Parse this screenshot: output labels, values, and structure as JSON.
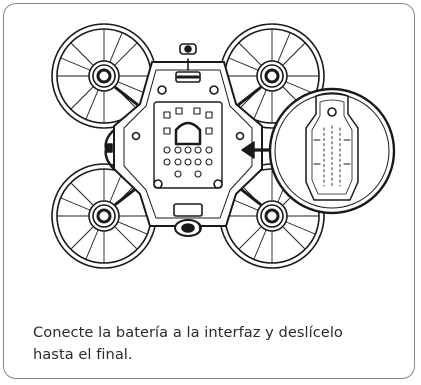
{
  "instruction": {
    "line1": "Conecte la batería a la interfaz y deslícelo",
    "line2": "hasta el final."
  },
  "illustration": {
    "subject": "drone-battery-install",
    "arrow_direction": "left"
  },
  "colors": {
    "border": "#8a8a8a",
    "line_art": "#1a1a1a",
    "text": "#2b2b2b"
  }
}
